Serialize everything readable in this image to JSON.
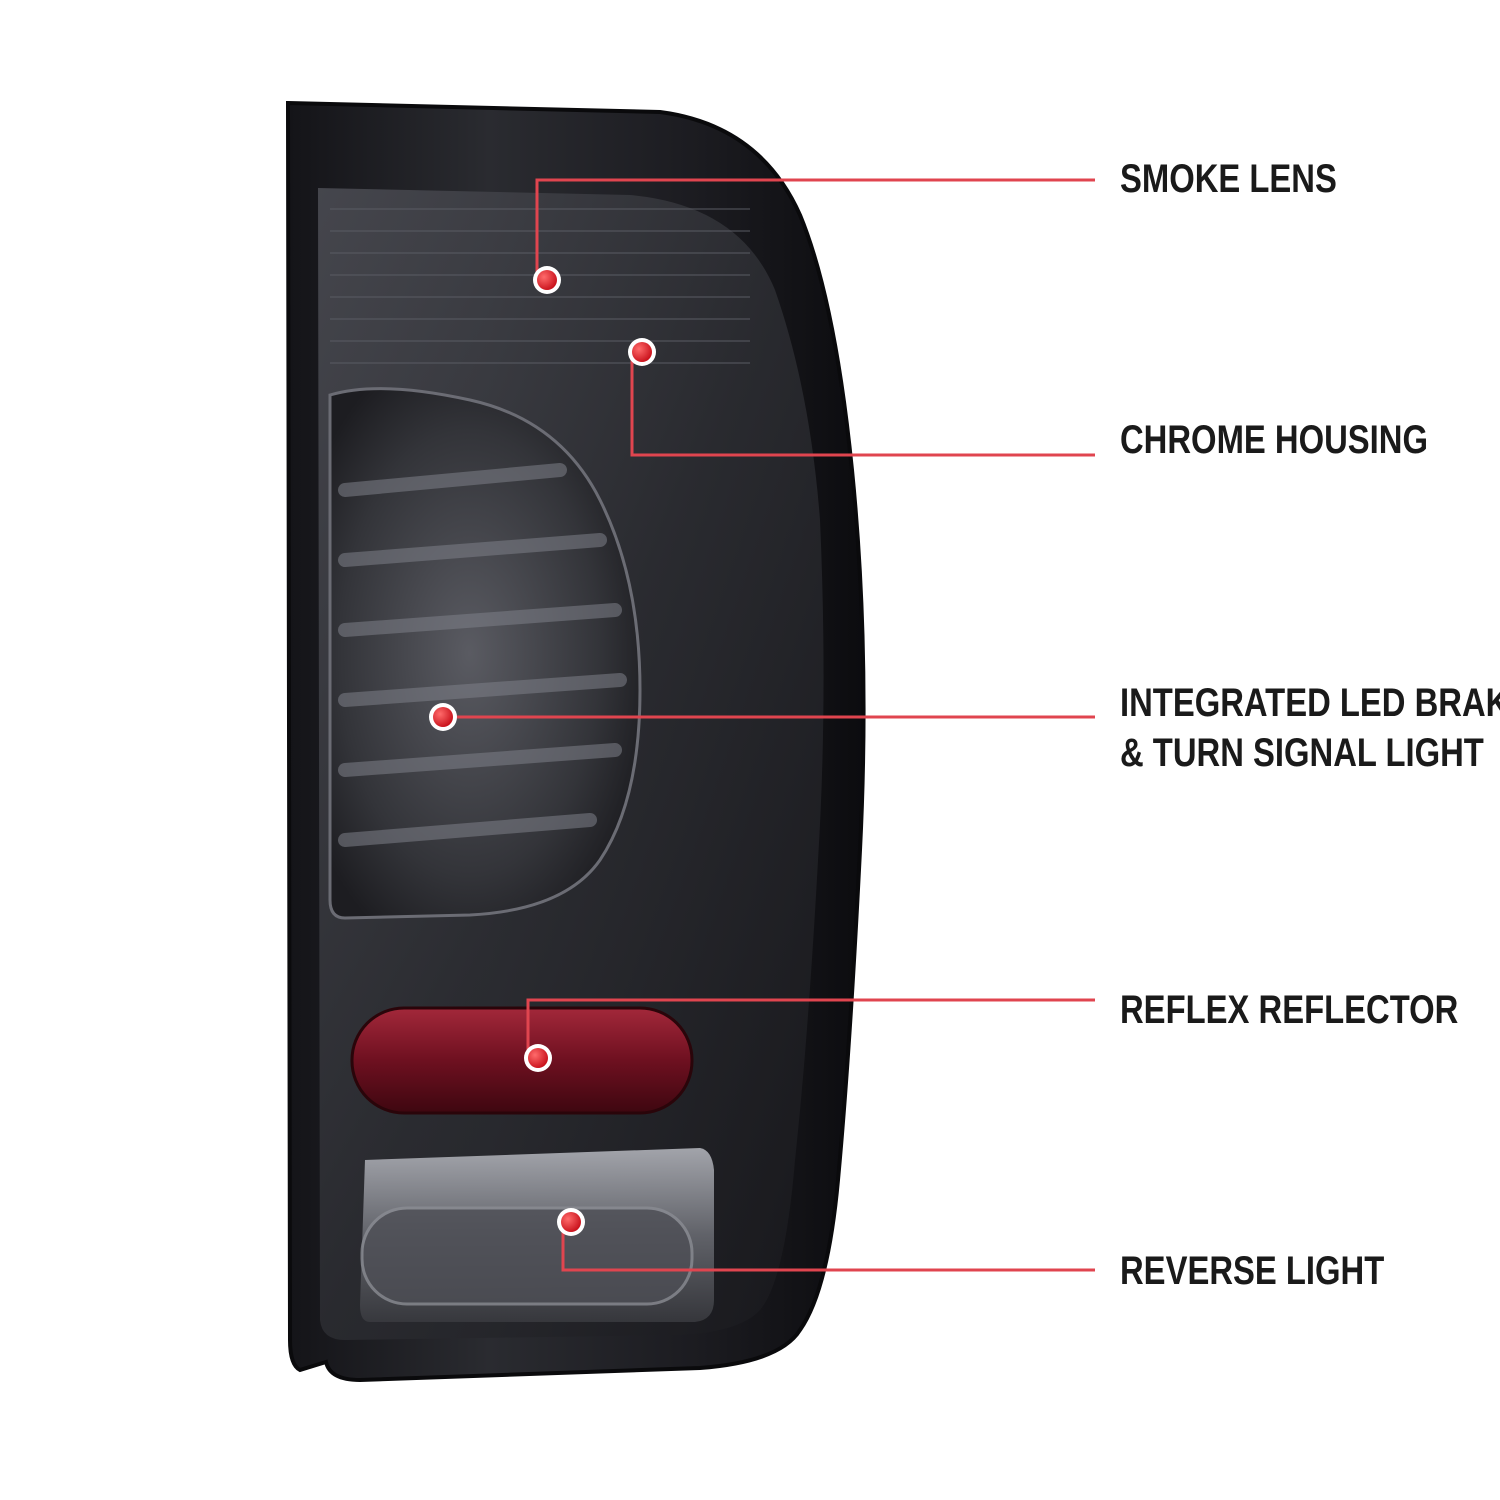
{
  "colors": {
    "background": "#ffffff",
    "callout_line": "#e0454f",
    "callout_dot": "#e0242c",
    "label_text": "#1a1a1a",
    "housing": "#1e1e22",
    "reflector": "#7a1420"
  },
  "callouts": [
    {
      "id": "smoke-lens",
      "lines": [
        "SMOKE LENS"
      ]
    },
    {
      "id": "chrome-housing",
      "lines": [
        "CHROME HOUSING"
      ]
    },
    {
      "id": "led-brake",
      "lines": [
        "INTEGRATED LED BRAKE",
        "& TURN SIGNAL LIGHT"
      ]
    },
    {
      "id": "reflex-reflector",
      "lines": [
        "REFLEX REFLECTOR"
      ]
    },
    {
      "id": "reverse-light",
      "lines": [
        "REVERSE LIGHT"
      ]
    }
  ]
}
